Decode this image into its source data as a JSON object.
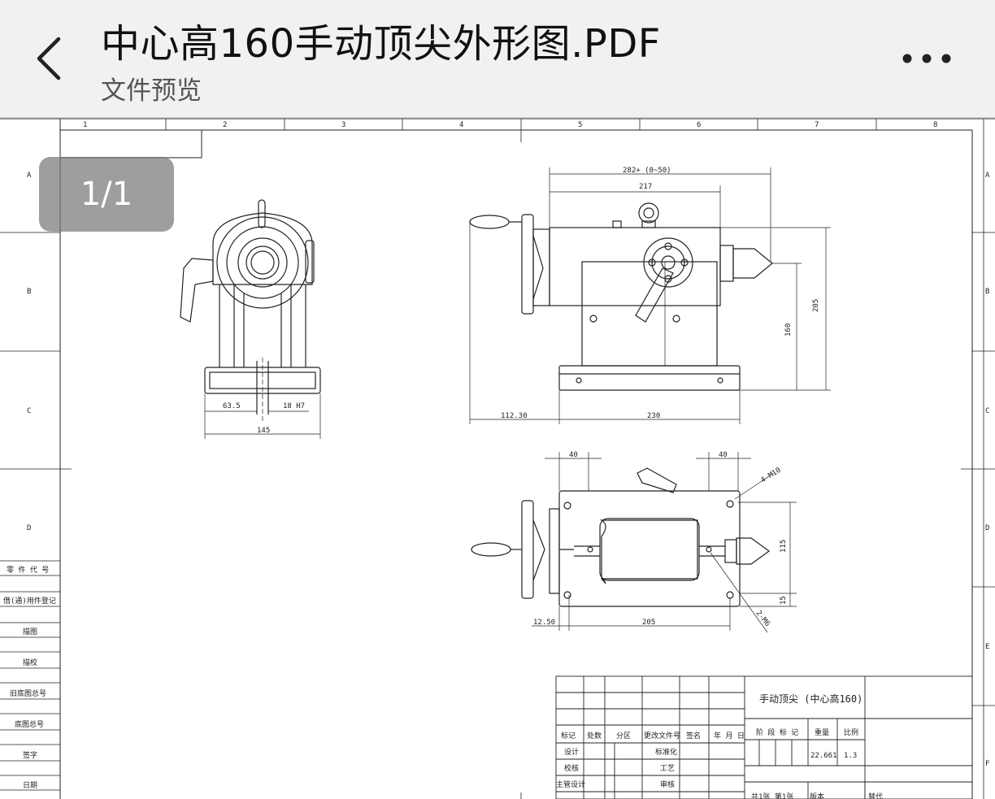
{
  "header": {
    "title": "中心高160手动顶尖外形图.PDF",
    "subtitle": "文件预览",
    "back_icon": "chevron-left-icon",
    "more_icon": "more-horizontal-icon"
  },
  "viewer": {
    "page_indicator": "1/1"
  },
  "drawing": {
    "columns": [
      "1",
      "2",
      "3",
      "4",
      "5",
      "6",
      "7",
      "8"
    ],
    "rows": [
      "A",
      "B",
      "C",
      "D",
      "E",
      "F"
    ],
    "side_labels": [
      "零 件 代 号",
      "借(通)用件登记",
      "描图",
      "描校",
      "旧底图总号",
      "底图总号",
      "签字",
      "日期"
    ],
    "dimensions": {
      "front_635": "63.5",
      "front_18h7": "18 H7",
      "front_145": "145",
      "side_282": "282+ (0~50)",
      "side_217": "217",
      "side_205": "205",
      "side_160": "160",
      "side_11230": "112.30",
      "side_230": "230",
      "top_40a": "40",
      "top_40b": "40",
      "top_4m10": "4-M10",
      "top_115": "115",
      "top_15": "15",
      "top_2m6": "2-M6",
      "top_1250": "12.50",
      "top_205": "205"
    },
    "title_block": {
      "name": "手动顶尖 (中心高160)",
      "headers": [
        "标记",
        "处数",
        "分区",
        "更改文件号",
        "签名",
        "年 月 日"
      ],
      "stage": "阶 段 标 记",
      "weight_label": "重量",
      "scale_label": "比例",
      "weight": "22.661",
      "scale": "1.3",
      "roles_left": [
        "设计",
        "校核",
        "主管设计"
      ],
      "roles_right": [
        "标准化",
        "工艺",
        "审核"
      ],
      "sheets": "共1张  第1张",
      "version": "版本",
      "unit": "替代"
    }
  }
}
